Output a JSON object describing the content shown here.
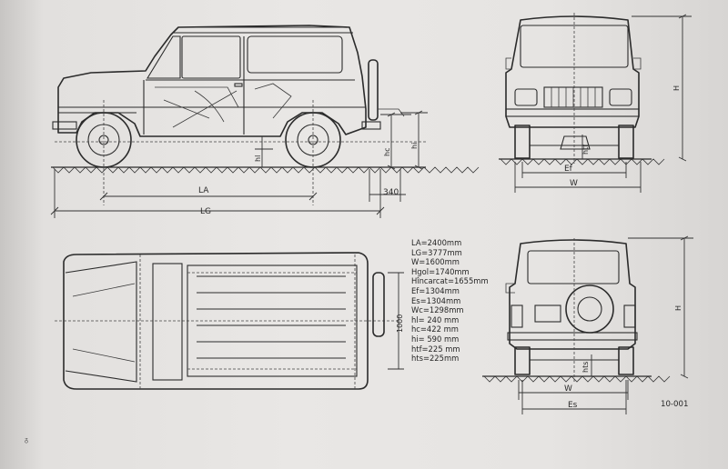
{
  "specifications": [
    "LA=2400mm",
    "LG=3777mm",
    "W=1600mm",
    "Hgol=1740mm",
    "Hîncarcat=1655mm",
    "Ef=1304mm",
    "Es=1304mm",
    "Wc=1298mm",
    "hl= 240 mm",
    "hc=422 mm",
    "hi= 590 mm",
    "htf=225 mm",
    "hts=225mm"
  ],
  "dimension_labels": {
    "la": "LA",
    "lg": "LG",
    "overhang": "340",
    "hc": "hc",
    "hi": "hi",
    "hl": "hl",
    "h_front": "H",
    "htf": "htf",
    "ef": "Ef",
    "w_front": "W",
    "width_top": "1000",
    "h_rear": "H",
    "hts": "hts",
    "w_rear": "W",
    "es": "Es"
  },
  "figure_number": "10-001",
  "page_mark": "ᵹ"
}
